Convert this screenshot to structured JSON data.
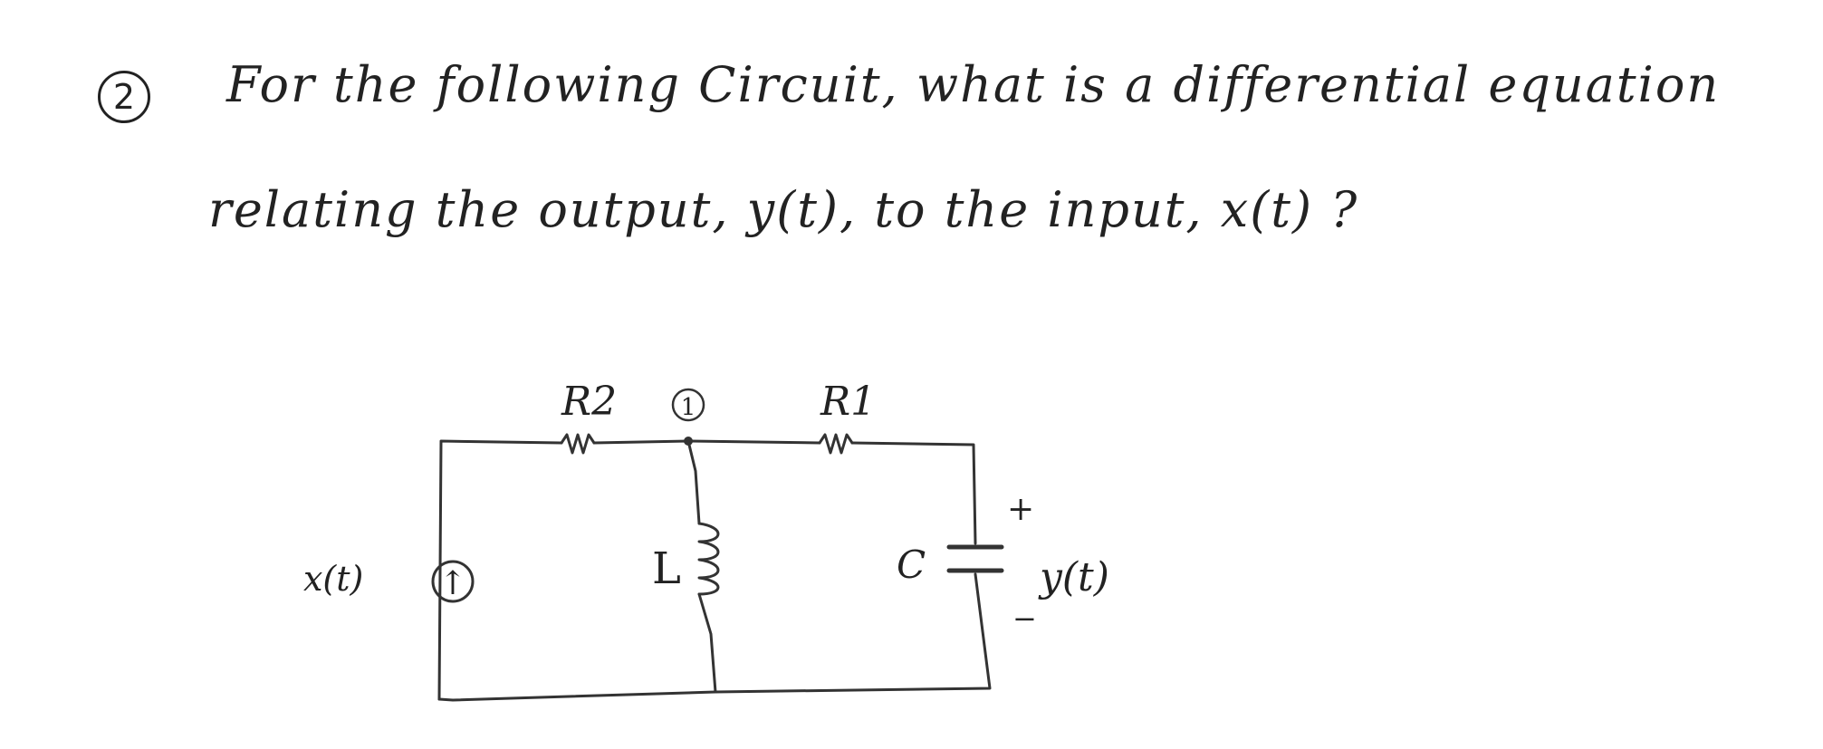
{
  "question": {
    "number": "2",
    "line1": "For the following Circuit, what is a differential equation",
    "line2": "relating the output, y(t), to the input, x(t) ?"
  },
  "circuit": {
    "labels": {
      "R2": "R2",
      "R1": "R1",
      "node": "1",
      "L": "L",
      "C": "C",
      "source": "x(t)",
      "source_arrow": "↑",
      "output": "y(t)",
      "plus": "+",
      "minus": "−"
    }
  }
}
